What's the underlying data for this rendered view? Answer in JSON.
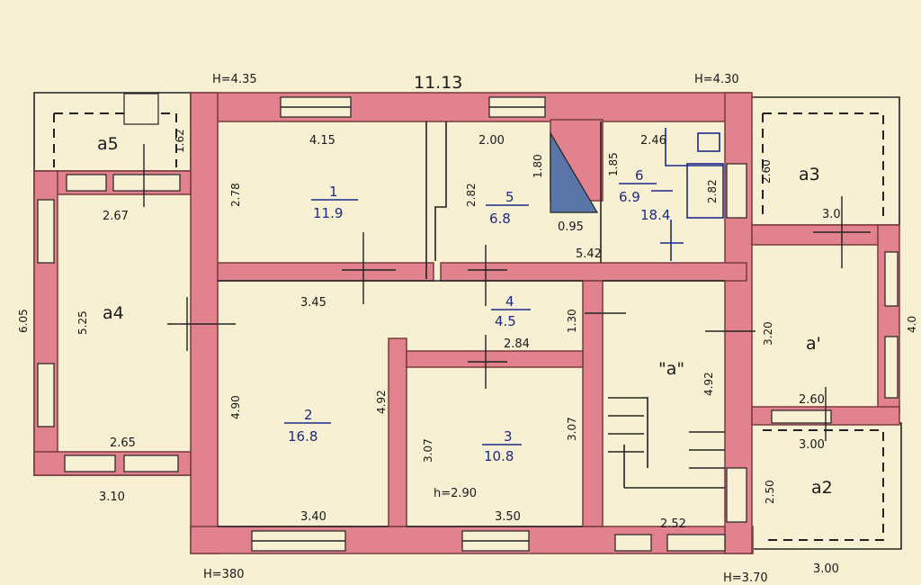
{
  "heights": {
    "h_top_left": "H=4.35",
    "h_top_right": "H=4.30",
    "h_bottom_left": "H=380",
    "h_bottom_right": "H=3.70"
  },
  "overall": {
    "top": "11.13",
    "left": "6.05",
    "right": "4.0",
    "bottom_left": "3.10",
    "bottom_right": "3.00"
  },
  "rooms": [
    {
      "id": "1",
      "area": "11.9"
    },
    {
      "id": "2",
      "area": "16.8"
    },
    {
      "id": "3",
      "area": "10.8"
    },
    {
      "id": "4",
      "area": "4.5"
    },
    {
      "id": "5",
      "area": "6.8"
    },
    {
      "id": "6",
      "area": "6.9"
    }
  ],
  "annex": {
    "a5": "a5",
    "a4": "a4",
    "a3": "a3",
    "a1": "a'",
    "a2": "a2",
    "a_center": "\"a\""
  },
  "dims": {
    "r1_top": "4.15",
    "r1_left": "2.78",
    "r2_top": "3.45",
    "r2_left": "4.90",
    "r2_right": "4.92",
    "r2_bottom": "3.40",
    "r3_top": "2.84",
    "r3_left": "3.07",
    "r3_right": "3.07",
    "r3_h": "h=2.90",
    "r3_bottom": "3.50",
    "r4_side": "1.30",
    "r5_top": "2.00",
    "r5_left": "2.82",
    "r5_mid": "1.80",
    "r5_small": "0.95",
    "r5_bottom": "5.42",
    "r6_top": "2.46",
    "r6_left": "1.85",
    "r6_right": "2.82",
    "r6_note": "18.4",
    "a5_side": "1.62",
    "a4_top": "2.67",
    "a4_left": "5.25",
    "a4_bottom": "2.65",
    "a3_side": "2.60",
    "a3_bottom": "3.0",
    "a1_side": "3.20",
    "a1_bottom": "2.60",
    "a2_top": "3.00",
    "a2_side": "2.50",
    "center_side": "4.92",
    "center_bottom": "2.52"
  }
}
